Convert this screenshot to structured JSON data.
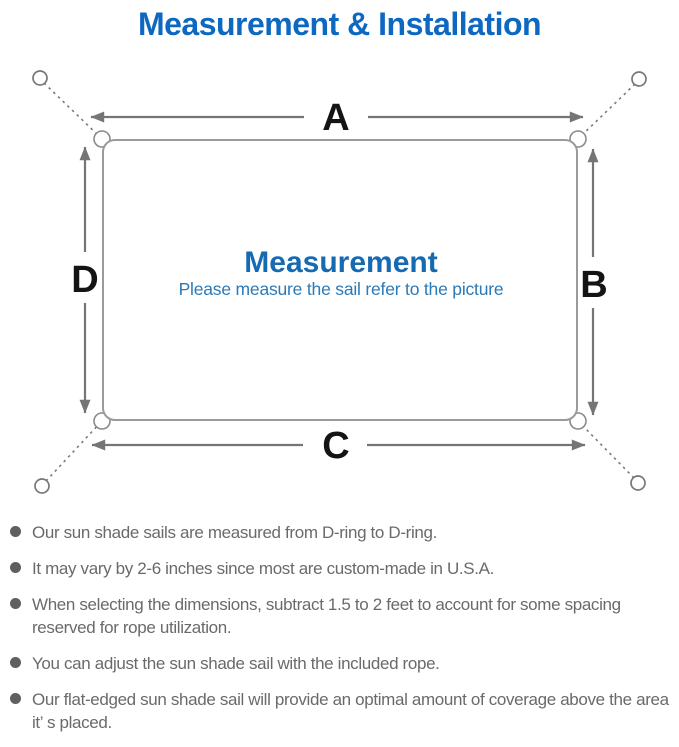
{
  "title": "Measurement & Installation",
  "diagram": {
    "center_title": "Measurement",
    "center_subtitle": "Please measure the sail refer to the picture",
    "side_labels": {
      "top": "A",
      "right": "B",
      "bottom": "C",
      "left": "D"
    }
  },
  "colors": {
    "title_blue": "#0d68c1",
    "center_title_blue": "#156ab2",
    "center_subtitle_blue": "#2b7ab8",
    "diagram_line_gray": "#7d7d7d",
    "body_text_gray": "#6a6a6a",
    "label_black": "#141414"
  },
  "bullets": [
    "Our sun shade sails are measured from D-ring to D-ring.",
    "It may vary by 2-6 inches since most are custom-made in U.S.A.",
    "When selecting the dimensions, subtract 1.5 to 2 feet to account for some spacing reserved for rope utilization.",
    "You can adjust the sun shade sail with the included rope.",
    "Our flat-edged sun shade sail will provide an optimal amount of coverage above the area it’ s placed."
  ]
}
